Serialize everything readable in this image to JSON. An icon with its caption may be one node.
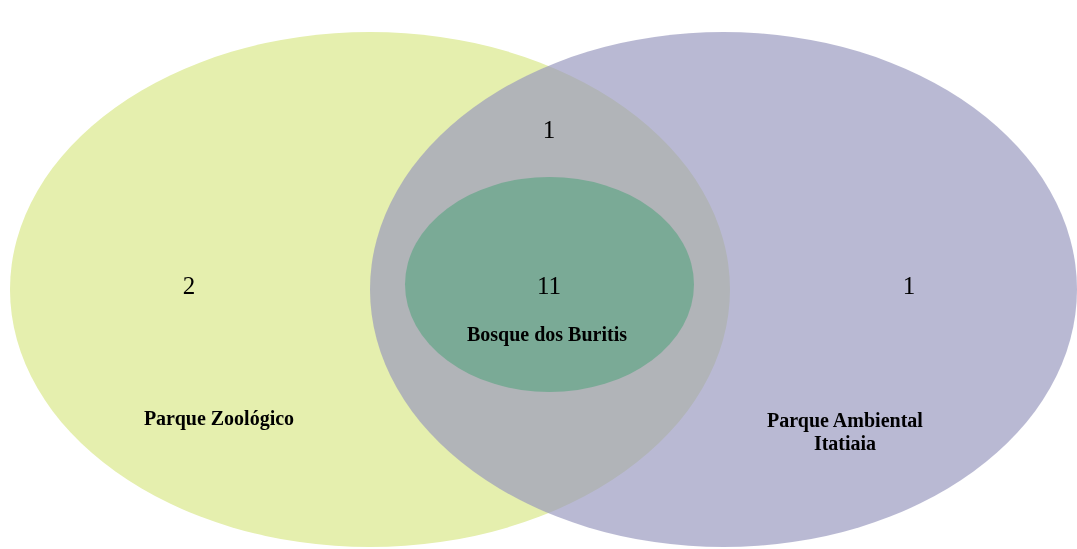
{
  "diagram": {
    "nodes": [
      {
        "text": [
          "2",
          "Parque Zoológico"
        ]
      },
      {
        "text": [
          "1",
          "Parque Ambiental Itatiaia"
        ]
      },
      {
        "text": [
          "11",
          "Bosque dos Buritis"
        ]
      }
    ],
    "labels": [
      "1"
    ]
  }
}
